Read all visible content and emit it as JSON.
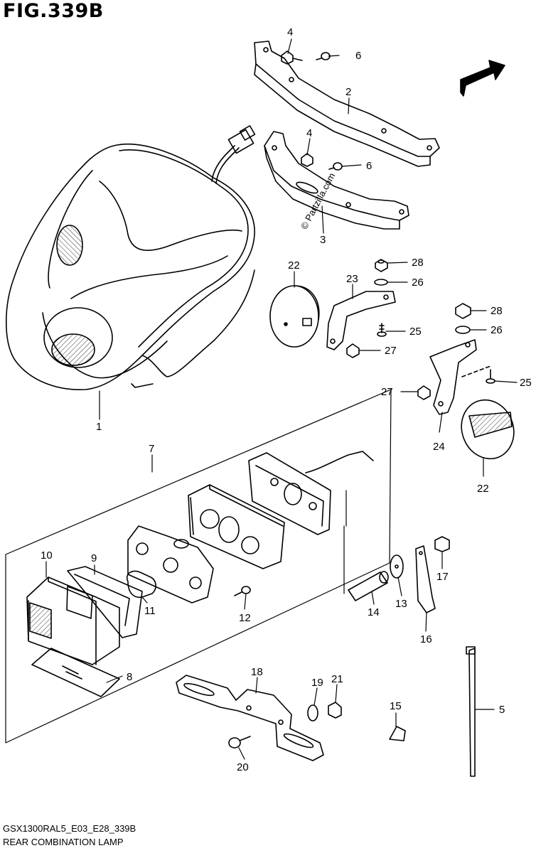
{
  "figure": {
    "title": "FIG.339B",
    "model_code": "GSX1300RAL5_E03_E28_339B",
    "section_name": "REAR COMBINATION LAMP",
    "watermark": "© Partzilla.com",
    "direction_label": "FWD"
  },
  "callouts": [
    {
      "id": "c1",
      "label": "1"
    },
    {
      "id": "c2",
      "label": "2"
    },
    {
      "id": "c3",
      "label": "3"
    },
    {
      "id": "c4a",
      "label": "4"
    },
    {
      "id": "c4b",
      "label": "4"
    },
    {
      "id": "c5",
      "label": "5"
    },
    {
      "id": "c6a",
      "label": "6"
    },
    {
      "id": "c6b",
      "label": "6"
    },
    {
      "id": "c7",
      "label": "7"
    },
    {
      "id": "c8",
      "label": "8"
    },
    {
      "id": "c9",
      "label": "9"
    },
    {
      "id": "c10",
      "label": "10"
    },
    {
      "id": "c11",
      "label": "11"
    },
    {
      "id": "c12",
      "label": "12"
    },
    {
      "id": "c13",
      "label": "13"
    },
    {
      "id": "c14",
      "label": "14"
    },
    {
      "id": "c15",
      "label": "15"
    },
    {
      "id": "c16",
      "label": "16"
    },
    {
      "id": "c17",
      "label": "17"
    },
    {
      "id": "c18",
      "label": "18"
    },
    {
      "id": "c19",
      "label": "19"
    },
    {
      "id": "c20",
      "label": "20"
    },
    {
      "id": "c21",
      "label": "21"
    },
    {
      "id": "c22a",
      "label": "22"
    },
    {
      "id": "c22b",
      "label": "22"
    },
    {
      "id": "c23",
      "label": "23"
    },
    {
      "id": "c24",
      "label": "24"
    },
    {
      "id": "c25a",
      "label": "25"
    },
    {
      "id": "c25b",
      "label": "25"
    },
    {
      "id": "c26a",
      "label": "26"
    },
    {
      "id": "c26b",
      "label": "26"
    },
    {
      "id": "c27a",
      "label": "27"
    },
    {
      "id": "c27b",
      "label": "27"
    },
    {
      "id": "c28a",
      "label": "28"
    },
    {
      "id": "c28b",
      "label": "28"
    }
  ]
}
